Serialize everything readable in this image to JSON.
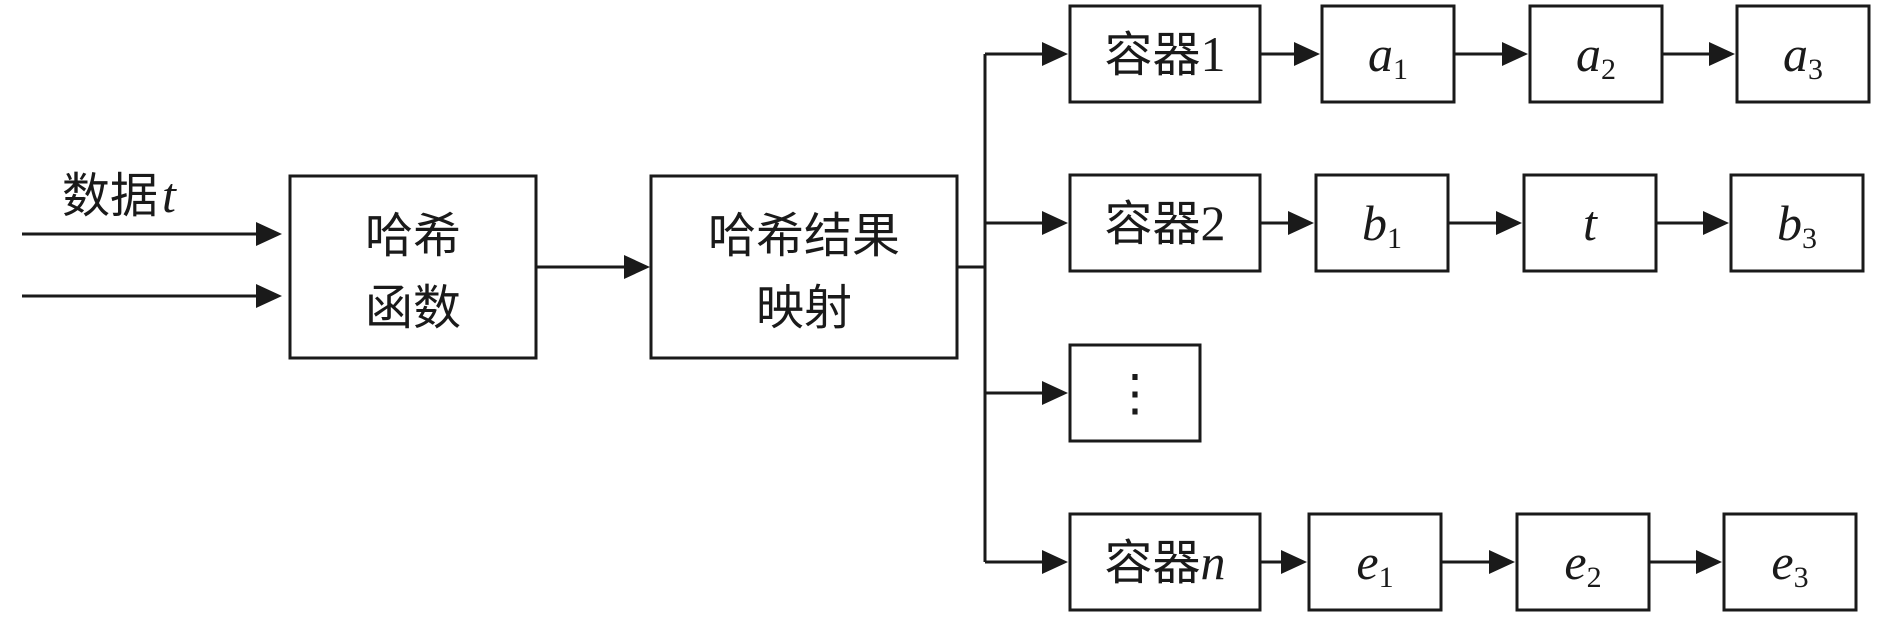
{
  "input": {
    "label": "数据",
    "var": "t"
  },
  "hash_function": {
    "line1": "哈希",
    "line2": "函数"
  },
  "hash_mapping": {
    "line1": "哈希结果",
    "line2": "映射"
  },
  "containers": [
    {
      "label": "容器",
      "index": "1",
      "index_italic": false,
      "items": [
        {
          "var": "a",
          "sub": "1"
        },
        {
          "var": "a",
          "sub": "2"
        },
        {
          "var": "a",
          "sub": "3"
        }
      ]
    },
    {
      "label": "容器",
      "index": "2",
      "index_italic": false,
      "items": [
        {
          "var": "b",
          "sub": "1"
        },
        {
          "var": "t",
          "sub": ""
        },
        {
          "var": "b",
          "sub": "3"
        }
      ]
    },
    {
      "label": "",
      "index": "⋮",
      "index_italic": false,
      "items": []
    },
    {
      "label": "容器",
      "index": "n",
      "index_italic": true,
      "items": [
        {
          "var": "e",
          "sub": "1"
        },
        {
          "var": "e",
          "sub": "2"
        },
        {
          "var": "e",
          "sub": "3"
        }
      ]
    }
  ]
}
